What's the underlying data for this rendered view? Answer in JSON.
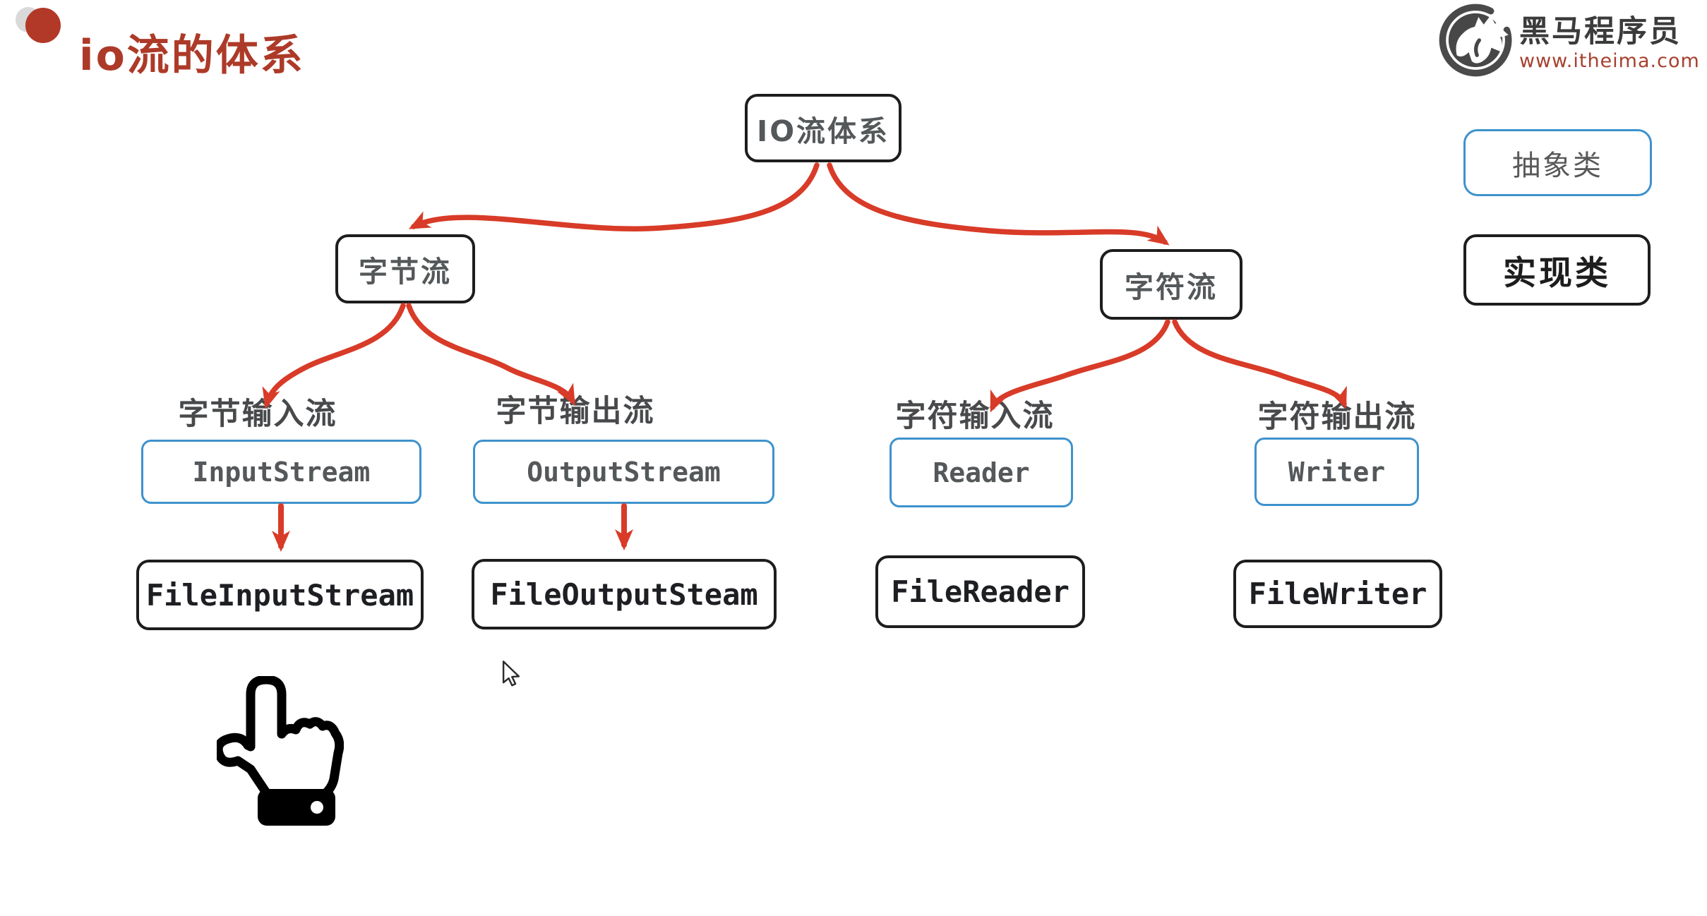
{
  "page": {
    "title": "io流的体系",
    "background": "#ffffff"
  },
  "logo": {
    "brand": "黑马程序员",
    "website": "www.itheima.com"
  },
  "legend": [
    {
      "label": "抽象类",
      "style": "abstract",
      "border_color": "#3e92cc"
    },
    {
      "label": "实现类",
      "style": "implementation",
      "border_color": "#1d1d1d"
    }
  ],
  "diagram": {
    "root": {
      "label": "IO流体系"
    },
    "level1": [
      {
        "label": "字节流"
      },
      {
        "label": "字符流"
      }
    ],
    "branches": [
      {
        "category_label": "字节输入流",
        "abstract_class": "InputStream",
        "implementation_class": "FileInputStream"
      },
      {
        "category_label": "字节输出流",
        "abstract_class": "OutputStream",
        "implementation_class": "FileOutputSteam"
      },
      {
        "category_label": "字符输入流",
        "abstract_class": "Reader",
        "implementation_class": "FileReader"
      },
      {
        "category_label": "字符输出流",
        "abstract_class": "Writer",
        "implementation_class": "FileWriter"
      }
    ]
  },
  "icons": {
    "logo": "horse-in-circle",
    "bullet": "red-dot",
    "hand": "pointing-hand",
    "cursor": "mouse-arrow"
  },
  "colors": {
    "accent_red": "#d83b28",
    "title_red": "#ad3a28",
    "abstract_blue": "#3e92cc",
    "implementation_black": "#1d1d1d",
    "node_gray": "#54585a"
  }
}
